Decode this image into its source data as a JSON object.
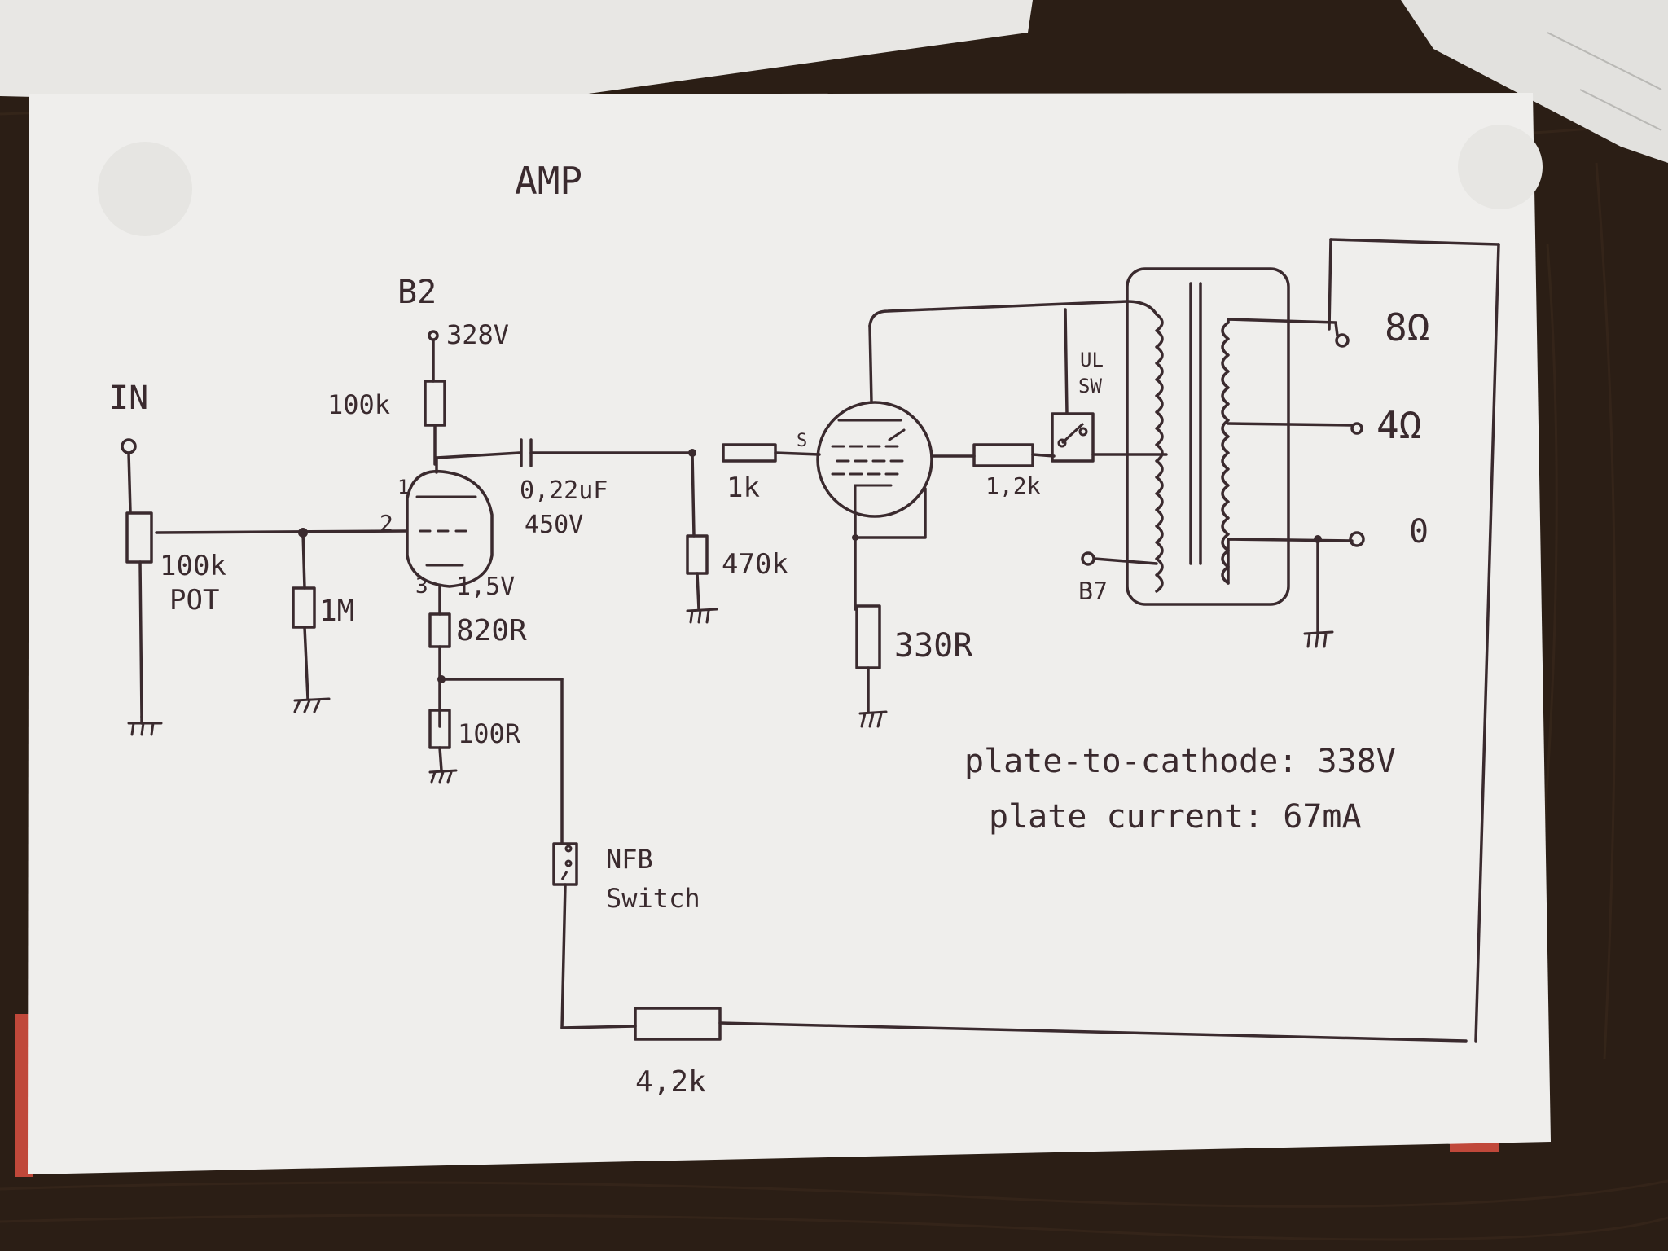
{
  "colors": {
    "table": "#2a1d14",
    "paper": "#efeeec",
    "ink": "#3a2a2e",
    "red_edge": "#c0483a"
  },
  "title": "AMP",
  "labels": {
    "in": "IN",
    "b2": "B2",
    "b2_voltage": "328V",
    "r_plate": "100k",
    "pot_value": "100k",
    "pot_word": "POT",
    "r_grid": "1M",
    "pin1": "1",
    "pin2": "2",
    "pin3": "3",
    "cathode_voltage": "1,5V",
    "r_cathode": "820R",
    "r_fb_shunt": "100R",
    "cap_value": "0,22uF",
    "cap_voltage": "450V",
    "r_grid_stop": "1k",
    "r_grid_leak": "470k",
    "pin_s": "S",
    "r_screen": "1,2k",
    "r_cathode_out": "330R",
    "ul_sw": "UL\nSW",
    "b7": "B7",
    "tap_8": "8Ω",
    "tap_4": "4Ω",
    "tap_0": "0",
    "nfb": "NFB",
    "nfb_switch": "Switch",
    "r_feedback": "4,2k",
    "note_line1": "plate-to-cathode: 338V",
    "note_line2": "plate current: 67mA"
  }
}
